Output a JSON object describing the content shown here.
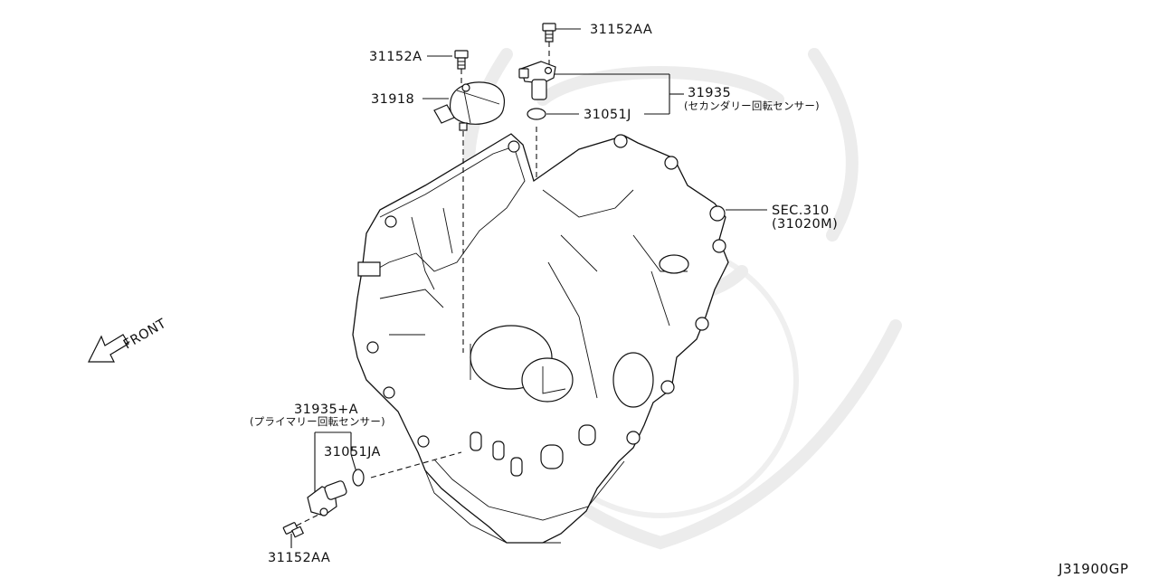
{
  "diagram_code": "J31900GP",
  "direction_label": "FRONT",
  "callouts": {
    "bolt_top_right": "31152AA",
    "bolt_top_left": "31152A",
    "cover": "31918",
    "secondary_sensor": "31935",
    "secondary_sensor_desc": "(セカンダリー回転センサー)",
    "oring_top": "31051J",
    "section_ref": "SEC.310",
    "section_ref_part": "(31020M)",
    "primary_sensor": "31935+A",
    "primary_sensor_desc": "(プライマリー回転センサー)",
    "oring_bottom": "31051JA",
    "bolt_bottom": "31152AA"
  }
}
